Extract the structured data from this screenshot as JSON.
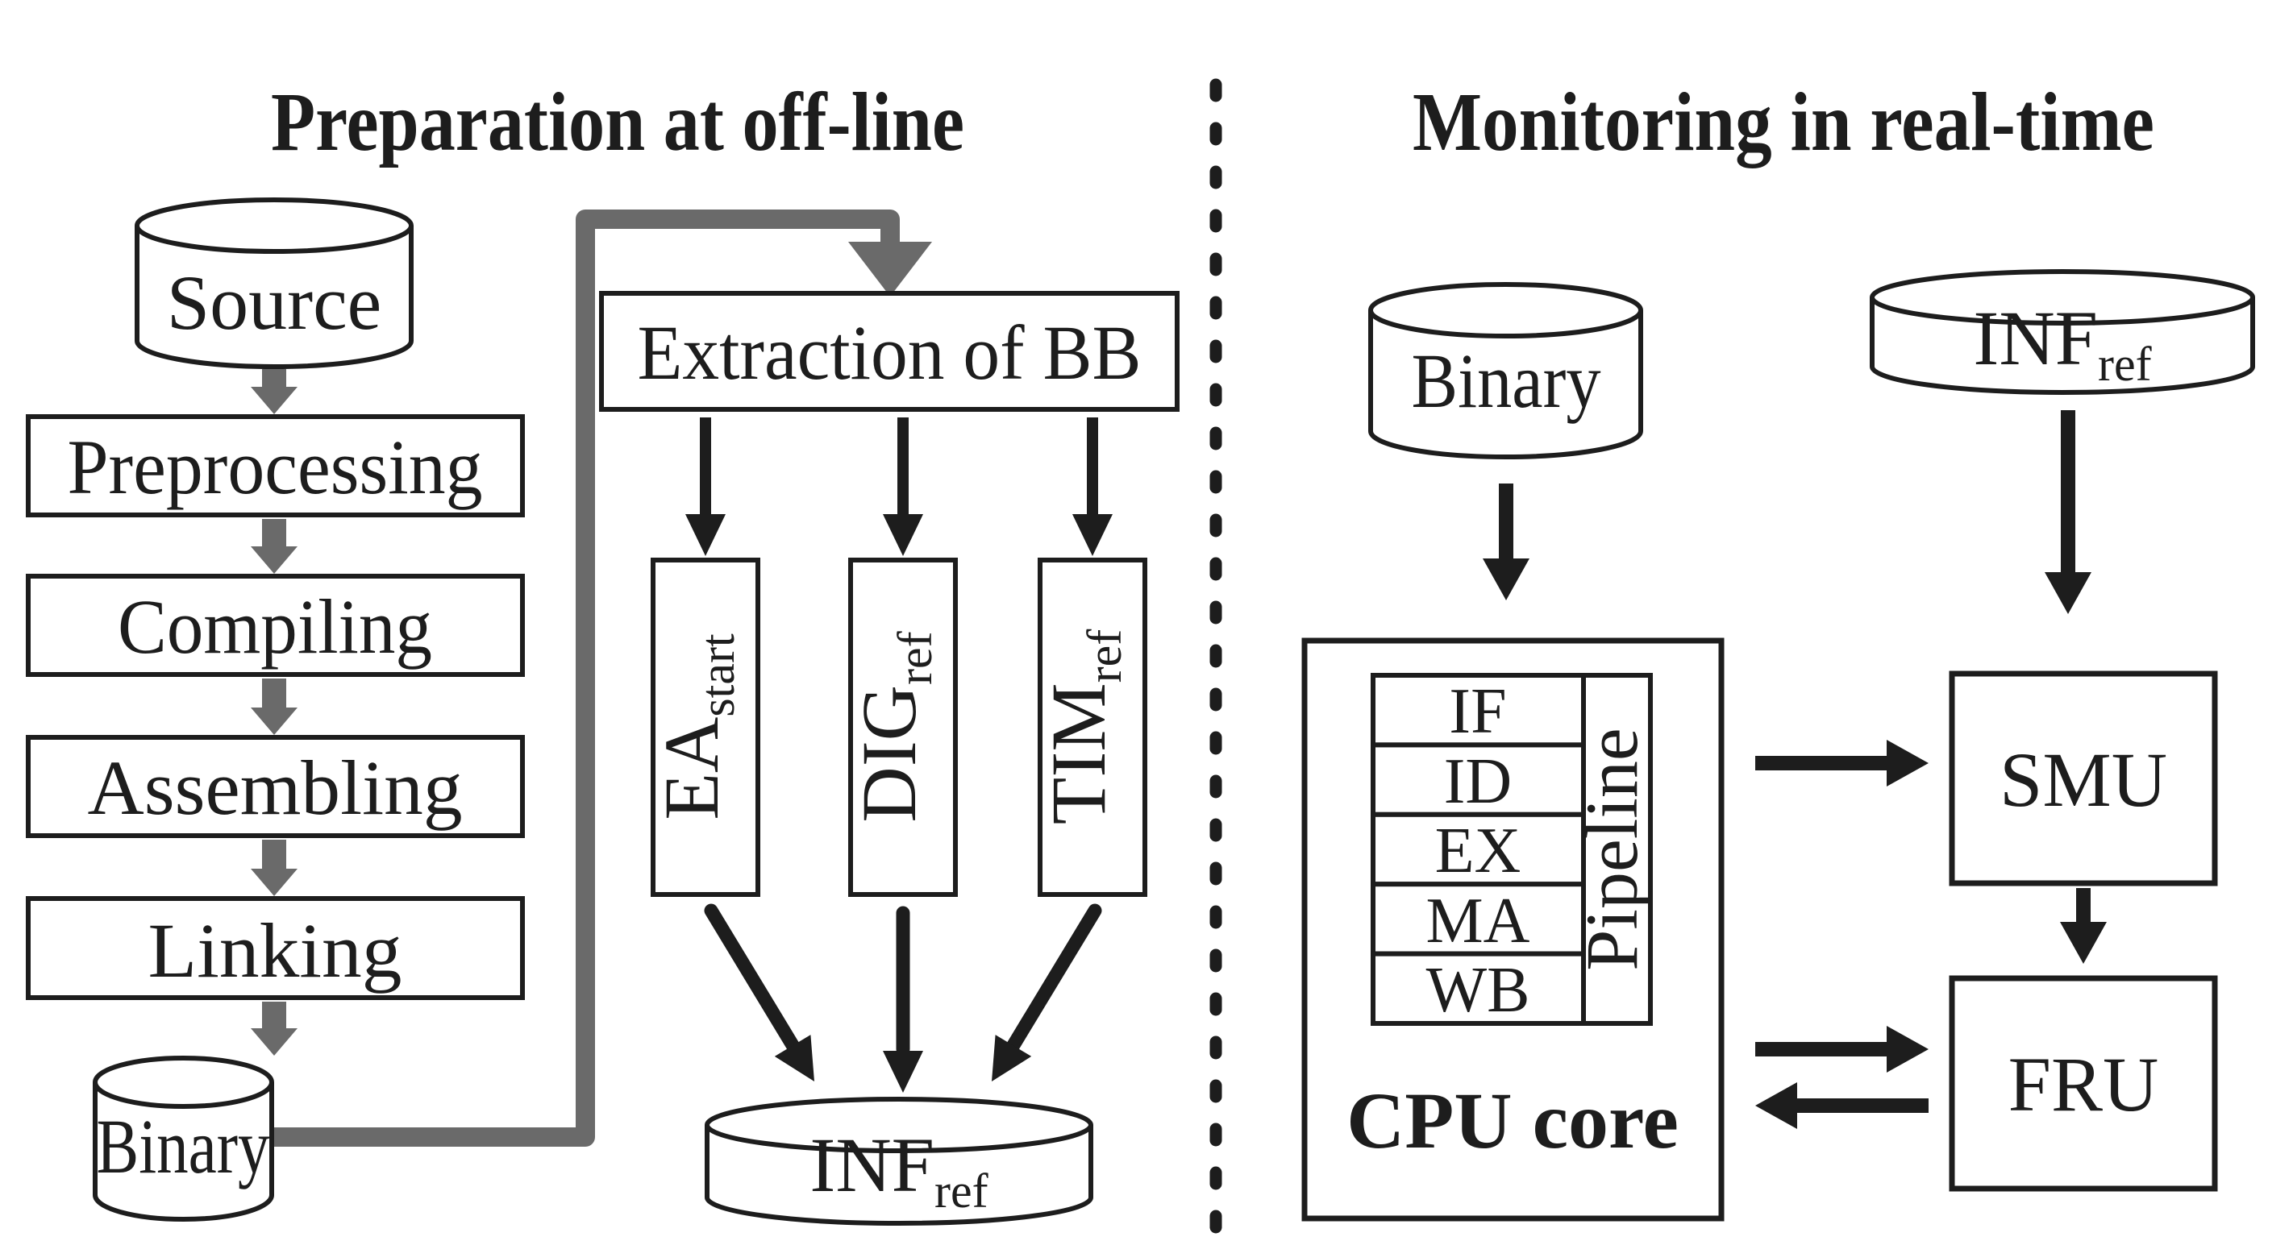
{
  "titles": {
    "left": "Preparation at off-line",
    "right": "Monitoring in real-time"
  },
  "left_flow": {
    "source_db": "Source",
    "steps": [
      "Preprocessing",
      "Compiling",
      "Assembling",
      "Linking"
    ],
    "binary_db": "Binary",
    "extraction": "Extraction of BB",
    "artifacts": [
      {
        "main": "EA",
        "sub": "start"
      },
      {
        "main": "DIG",
        "sub": "ref"
      },
      {
        "main": "TIM",
        "sub": "ref"
      }
    ],
    "inf_db": {
      "main": "INF",
      "sub": "ref"
    }
  },
  "right_flow": {
    "binary_db": "Binary",
    "inf_db": {
      "main": "INF",
      "sub": "ref"
    },
    "cpu_core_label": "CPU core",
    "pipeline_stages": [
      "IF",
      "ID",
      "EX",
      "MA",
      "WB"
    ],
    "pipeline_label": "Pipeline",
    "smu_label": "SMU",
    "fru_label": "FRU"
  },
  "colors": {
    "ink": "#1d1d1d",
    "gray_accent": "#6a6a6a",
    "background": "#ffffff"
  }
}
